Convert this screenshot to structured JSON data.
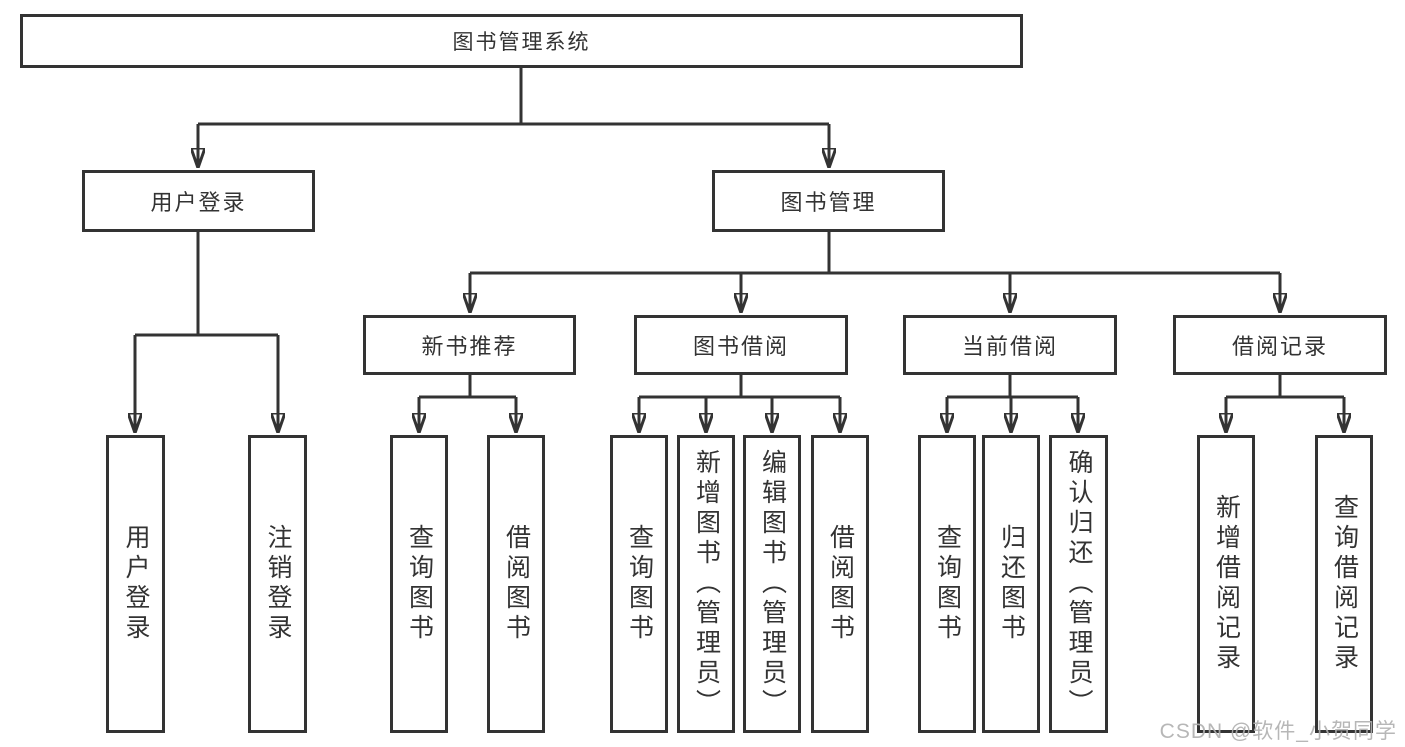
{
  "diagram": {
    "type": "hierarchy-tree",
    "colors": {
      "line": "#333333",
      "border": "#333333",
      "text": "#333333",
      "background": "#ffffff",
      "watermark": "#afafaf"
    },
    "nodes": {
      "root": {
        "label": "图书管理系统"
      },
      "user_login": {
        "label": "用户登录"
      },
      "book_mgmt": {
        "label": "图书管理"
      },
      "new_book_rec": {
        "label": "新书推荐"
      },
      "book_borrow": {
        "label": "图书借阅"
      },
      "current_borrow": {
        "label": "当前借阅"
      },
      "borrow_records": {
        "label": "借阅记录"
      },
      "leaf_user_login": {
        "label": "用户登录"
      },
      "leaf_logout": {
        "label": "注销登录"
      },
      "leaf_query_books_1": {
        "label": "查询图书"
      },
      "leaf_borrow_books_1": {
        "label": "借阅图书"
      },
      "leaf_query_books_2": {
        "label": "查询图书"
      },
      "leaf_add_books_admin": {
        "label": "新增图书（管理员）"
      },
      "leaf_edit_books_admin": {
        "label": "编辑图书（管理员）"
      },
      "leaf_borrow_books_2": {
        "label": "借阅图书"
      },
      "leaf_query_books_3": {
        "label": "查询图书"
      },
      "leaf_return_books": {
        "label": "归还图书"
      },
      "leaf_confirm_return_admin": {
        "label": "确认归还（管理员）"
      },
      "leaf_add_borrow_record": {
        "label": "新增借阅记录"
      },
      "leaf_query_borrow_record": {
        "label": "查询借阅记录"
      }
    },
    "hierarchy": {
      "图书管理系统": {
        "用户登录": [
          "用户登录",
          "注销登录"
        ],
        "图书管理": {
          "新书推荐": [
            "查询图书",
            "借阅图书"
          ],
          "图书借阅": [
            "查询图书",
            "新增图书（管理员）",
            "编辑图书（管理员）",
            "借阅图书"
          ],
          "当前借阅": [
            "查询图书",
            "归还图书",
            "确认归还（管理员）"
          ],
          "借阅记录": [
            "新增借阅记录",
            "查询借阅记录"
          ]
        }
      }
    }
  },
  "watermark": {
    "text": "CSDN @软件_小贺同学"
  }
}
